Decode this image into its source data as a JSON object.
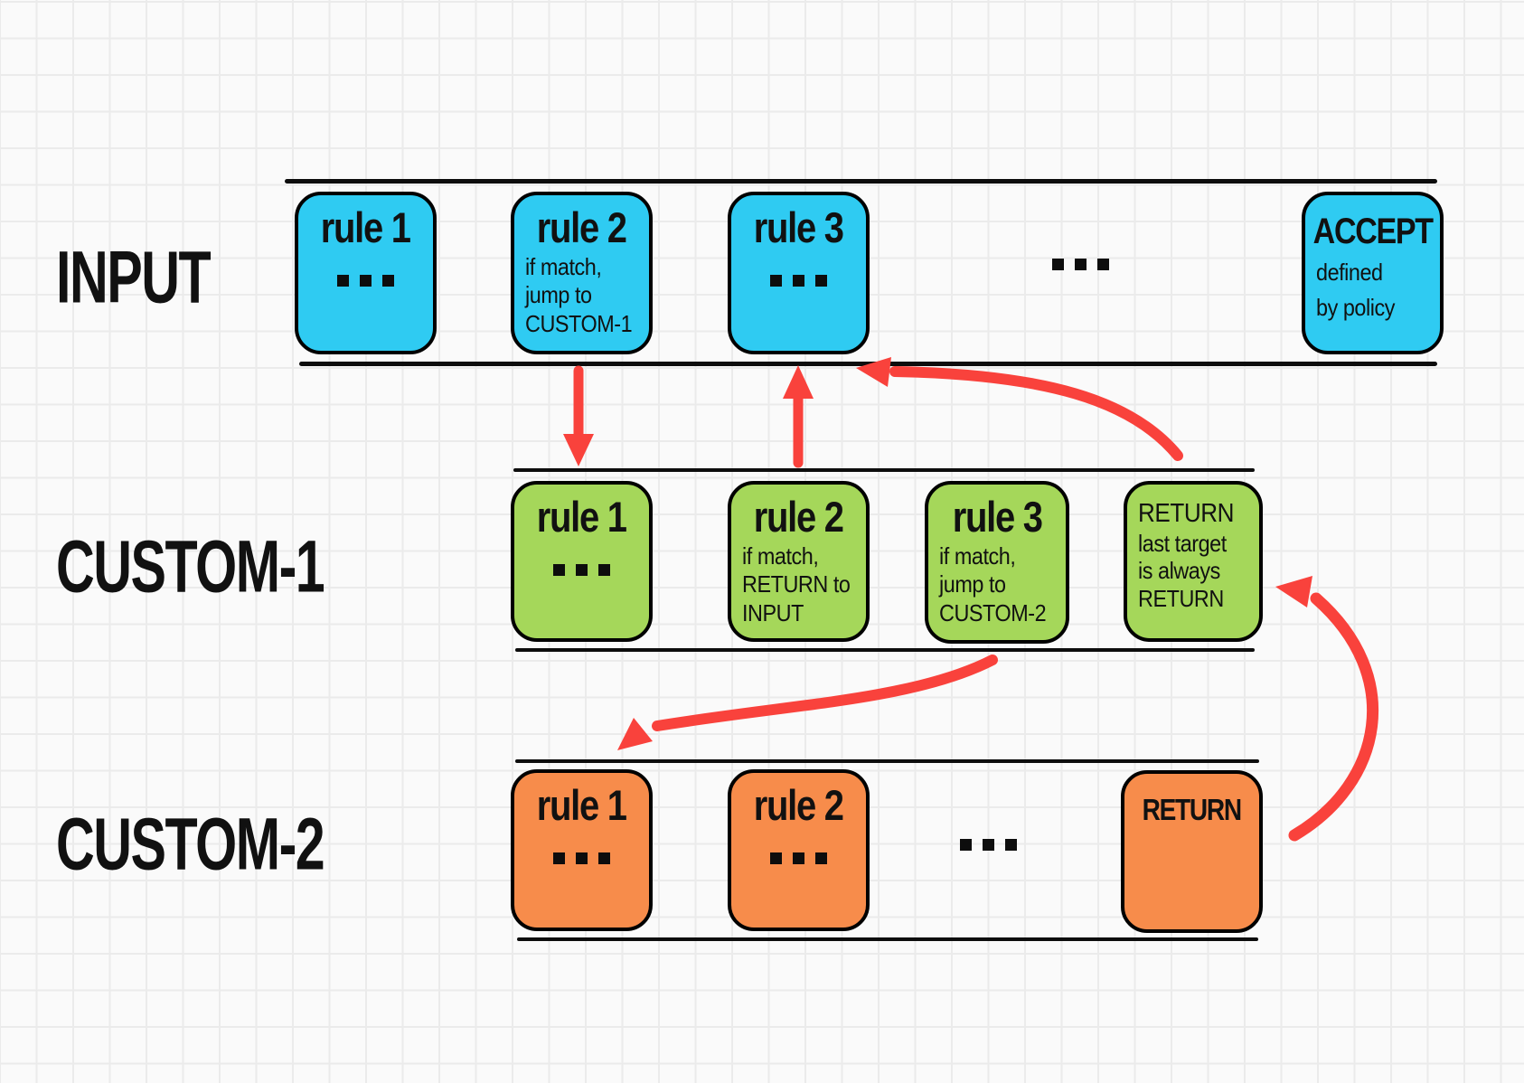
{
  "colors": {
    "box_blue": "#2FCBF2",
    "box_green": "#A5D75A",
    "box_orange": "#F78C4B",
    "arrow_red": "#F9423C",
    "line_black": "#111111",
    "background": "#FAFAFA",
    "grid_line": "#EBEBEB"
  },
  "chains": {
    "input": {
      "label": "INPUT",
      "rule1": {
        "title": "rule 1",
        "ellipsis": "..."
      },
      "rule2": {
        "title": "rule 2",
        "lines": [
          "if match,",
          "jump to",
          "CUSTOM-1"
        ]
      },
      "rule3": {
        "title": "rule 3",
        "ellipsis": "..."
      },
      "gap_ellipsis": "...",
      "accept": {
        "title": "ACCEPT",
        "lines": [
          "defined",
          "by policy"
        ]
      }
    },
    "custom1": {
      "label": "CUSTOM-1",
      "rule1": {
        "title": "rule 1",
        "ellipsis": "..."
      },
      "rule2": {
        "title": "rule 2",
        "lines": [
          "if match,",
          "RETURN to",
          "INPUT"
        ]
      },
      "rule3": {
        "title": "rule 3",
        "lines": [
          "if match,",
          "jump to",
          "CUSTOM-2"
        ]
      },
      "return": {
        "lines": [
          "RETURN",
          "last target",
          "is always",
          "RETURN"
        ]
      }
    },
    "custom2": {
      "label": "CUSTOM-2",
      "rule1": {
        "title": "rule 1",
        "ellipsis": "..."
      },
      "rule2": {
        "title": "rule 2",
        "ellipsis": "..."
      },
      "gap_ellipsis": "...",
      "return": {
        "title": "RETURN"
      }
    }
  },
  "arrows": [
    {
      "name": "jump-to-custom1",
      "from": "INPUT rule 2",
      "to": "CUSTOM-1 rule 1"
    },
    {
      "name": "return-to-input",
      "from": "CUSTOM-1 rule 2",
      "to": "INPUT rule 3"
    },
    {
      "name": "return-from-custom1",
      "from": "CUSTOM-1 RETURN",
      "to": "INPUT"
    },
    {
      "name": "jump-to-custom2",
      "from": "CUSTOM-1 rule 3",
      "to": "CUSTOM-2 rule 1"
    },
    {
      "name": "return-from-custom2",
      "from": "CUSTOM-2 RETURN",
      "to": "CUSTOM-1 RETURN"
    }
  ]
}
